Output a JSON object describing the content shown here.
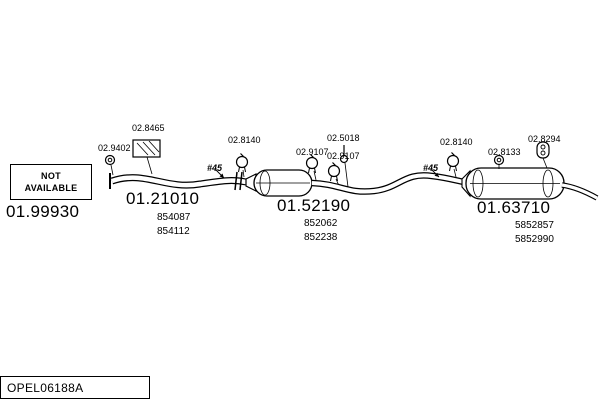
{
  "footer": {
    "catalog_code": "OPEL06188A"
  },
  "diagram": {
    "not_available": {
      "line1": "NOT",
      "line2": "AVAILABLE"
    },
    "annotations": {
      "hash45_1": "#45",
      "hash45_2": "#45"
    },
    "parts": {
      "front_pipe": {
        "id": "01.99930",
        "codes": []
      },
      "center_pipe": {
        "id": "01.21010",
        "codes": [
          "854087",
          "854112"
        ]
      },
      "mid_silencer": {
        "id": "01.52190",
        "codes": [
          "852062",
          "852238"
        ]
      },
      "rear_silencer": {
        "id": "01.63710",
        "codes": [
          "5852857",
          "5852990"
        ]
      }
    },
    "fittings": {
      "gasket": "02.9402",
      "bracket_box": "02.8465",
      "clamp_a": "02.8140",
      "clamp_b": "02.9107",
      "hanger_a": "02.5018",
      "clamp_c": "02.9107",
      "clamp_d": "02.8140",
      "ring": "02.8133",
      "rubber_hanger": "02.8294"
    }
  }
}
